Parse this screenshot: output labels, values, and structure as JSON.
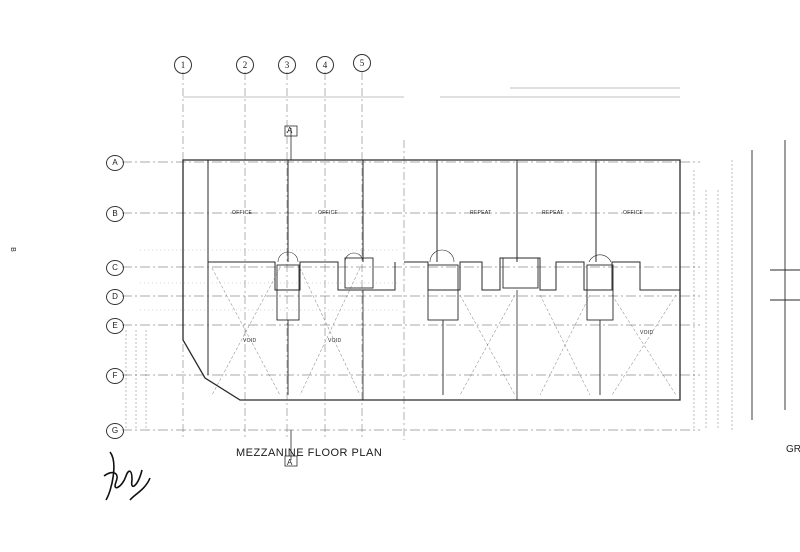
{
  "drawing": {
    "title": "MEZZANINE  FLOOR  PLAN",
    "section_marker": "A",
    "column_grid": [
      "1",
      "2",
      "3",
      "4",
      "5"
    ],
    "row_grid": [
      "A",
      "B",
      "C",
      "D",
      "E",
      "F",
      "G"
    ],
    "rooms": [
      "OFFICE",
      "OFFICE",
      "REPEAT",
      "REPEAT",
      "OFFICE",
      "VOID",
      "VOID",
      "VOID"
    ],
    "side_label_partial": "GR",
    "margin_mark": "B",
    "colors": {
      "ink": "#2a2a2a",
      "paper": "#ffffff"
    }
  }
}
